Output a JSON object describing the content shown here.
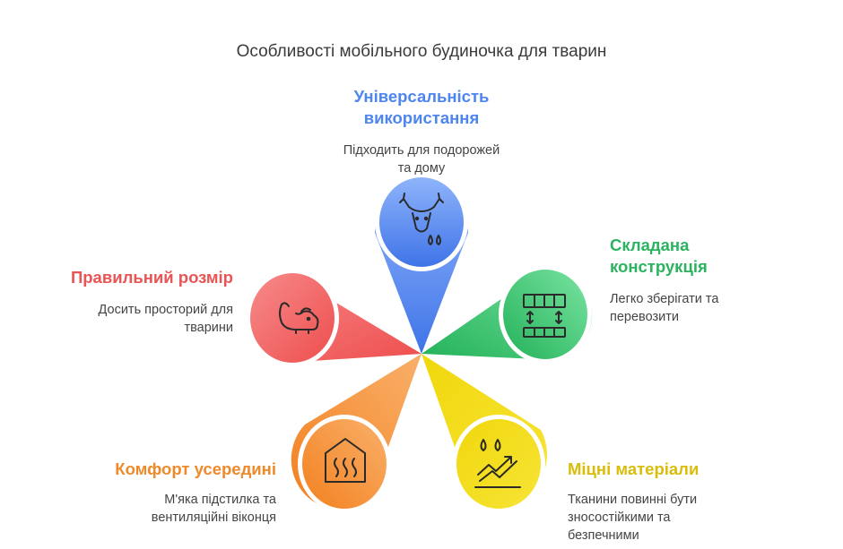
{
  "title": "Особливості мобільного будиночка для тварин",
  "colors": {
    "blue": "#5b8def",
    "green": "#38c06b",
    "yellow": "#e0c40c",
    "orange": "#f08a2c",
    "red": "#ef5b5b"
  },
  "petals": {
    "top": {
      "icon": "deer-icon",
      "heading": "Універсальність використання",
      "heading_line1": "Універсальність",
      "heading_line2": "використання",
      "desc_line1": "Підходить для подорожей",
      "desc_line2": "та дому"
    },
    "right": {
      "icon": "panel-icon",
      "heading_line1": "Складана",
      "heading_line2": "конструкція",
      "desc_line1": "Легко зберігати та",
      "desc_line2": "перевозити"
    },
    "br": {
      "icon": "drops-trend-icon",
      "heading_line1": "Міцні матеріали",
      "desc_line1": "Тканини повинні бути",
      "desc_line2": "зносостійкими та",
      "desc_line3": "безпечними"
    },
    "bl": {
      "icon": "house-heat-icon",
      "heading_line1": "Комфорт усередині",
      "desc_line1": "М'яка підстилка та",
      "desc_line2": "вентиляційні віконця"
    },
    "left": {
      "icon": "dog-icon",
      "heading_line1": "Правильний розмір",
      "desc_line1": "Досить просторий для",
      "desc_line2": "тварини"
    }
  }
}
